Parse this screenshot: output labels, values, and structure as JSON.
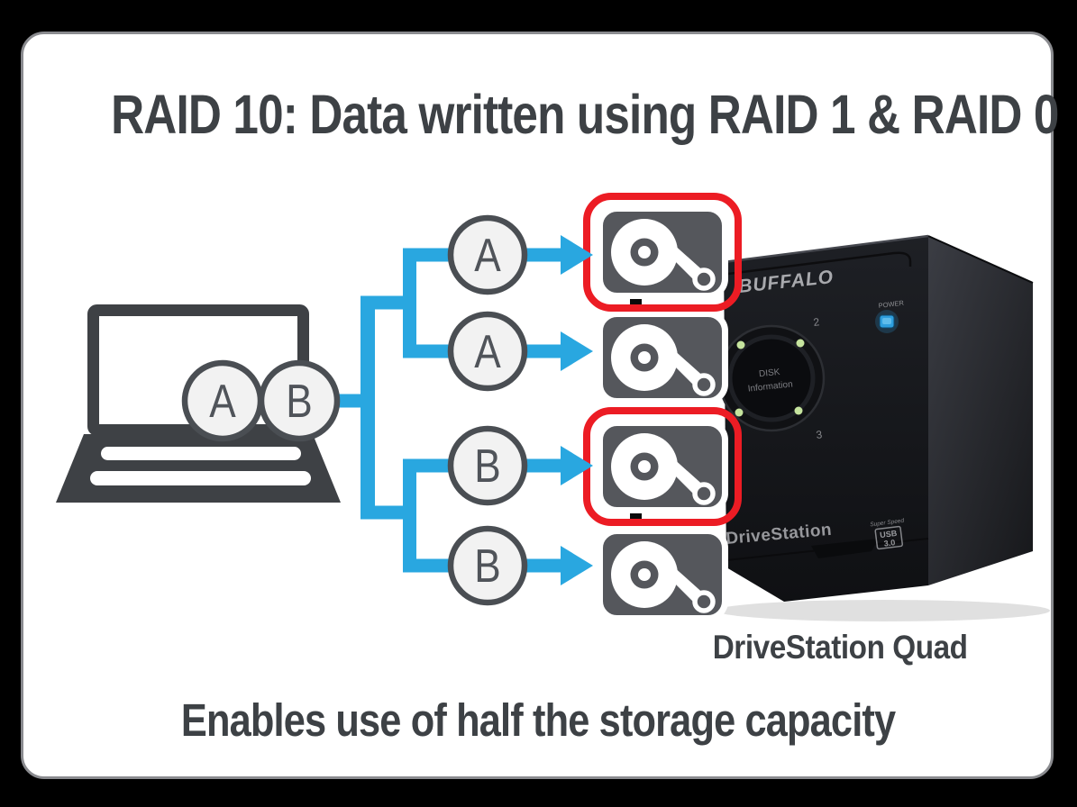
{
  "title": "RAID 10: Data written using RAID 1 & RAID 0",
  "footer": "Enables use of half the storage capacity",
  "device_caption": "DriveStation Quad",
  "source": {
    "block_a": "A",
    "block_b": "B"
  },
  "streams": [
    {
      "label": "A",
      "highlighted": true
    },
    {
      "label": "A",
      "highlighted": false
    },
    {
      "label": "B",
      "highlighted": true
    },
    {
      "label": "B",
      "highlighted": false
    }
  ],
  "device": {
    "brand": "BUFFALO",
    "power_label": "POWER",
    "bay_top": "2",
    "bay_bottom": "3",
    "dial_title": "DISK",
    "dial_subtitle": "Information",
    "model": "DriveStation",
    "speed_badge": "Super Speed",
    "usb_line1": "USB",
    "usb_line2": "3.0"
  },
  "icons": {
    "disk": "hard-disk-icon",
    "laptop": "laptop-icon",
    "arrow": "blue-arrow-icon"
  },
  "colors": {
    "background": "#000000",
    "card": "#FFFFFF",
    "card_border": "#8A8B8F",
    "accent_blue": "#29A7E0",
    "highlight_red": "#EC1C24",
    "shape_gray": "#3E4145",
    "disk_gray": "#55575C",
    "circle_fill": "#F2F2F2",
    "circle_border": "#4A4E53",
    "letter_gray": "#50545A",
    "text_dark": "#3D4145"
  }
}
